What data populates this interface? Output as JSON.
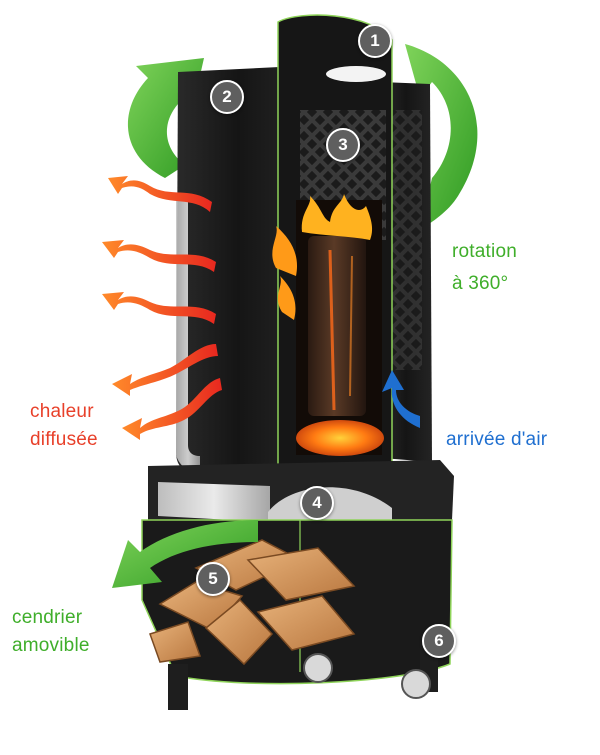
{
  "labels": {
    "rotation_line1": "rotation",
    "rotation_line2": "à 360°",
    "heat_line1": "chaleur",
    "heat_line2": "diffusée",
    "air_inlet": "arrivée d'air",
    "ash_line1": "cendrier",
    "ash_line2": "amovible"
  },
  "markers": [
    "1",
    "2",
    "3",
    "4",
    "5",
    "6"
  ],
  "colors": {
    "rotation_arrow": "#3fae2a",
    "heat_arrows": "#e8402a",
    "air_arrow": "#1f6fd0",
    "stove_body": "#1c1c1c",
    "outline": "#8fd45a"
  }
}
